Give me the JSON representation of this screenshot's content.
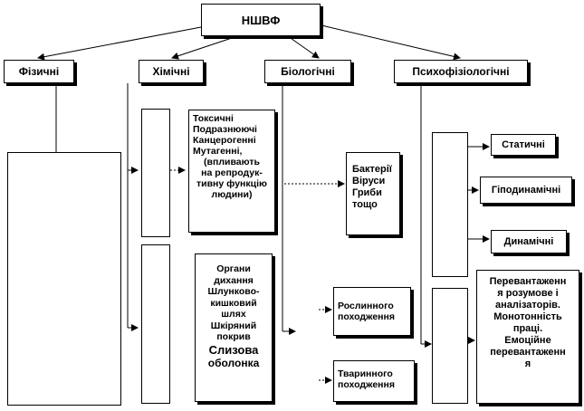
{
  "root": "НШВФ",
  "categories": {
    "physical": "Фізичні",
    "chemical": "Хімічні",
    "biological": "Біологічні",
    "psycho": "Психофізіологічні"
  },
  "chemical_toxic": [
    "Токсичні",
    "Подразнюючі",
    "Канцерогенні",
    "Мутагенні,",
    "(впливають",
    "на репродук-",
    "тивну функцію",
    "людини)"
  ],
  "chemical_organs": [
    "Органи",
    "дихання",
    "Шлунково-",
    "кишковий",
    "шлях",
    "Шкіряний",
    "покрив"
  ],
  "chemical_mucosa": [
    "Слизова",
    "оболонка"
  ],
  "bio_micro": [
    "Бактерії",
    "Віруси",
    "Гриби",
    "тощо"
  ],
  "bio_plant": [
    "Рослинного",
    "походження"
  ],
  "bio_animal": [
    "Тваринного",
    "походження"
  ],
  "psycho_static": "Статичні",
  "psycho_hypo": "Гіподинамічні",
  "psycho_dynamic": "Динамічні",
  "psycho_overload": [
    "Перевантаженн",
    "я розумове і",
    "аналізаторів.",
    "Монотонність",
    "праці.",
    "Емоційне",
    "перевантаженн",
    "я"
  ]
}
